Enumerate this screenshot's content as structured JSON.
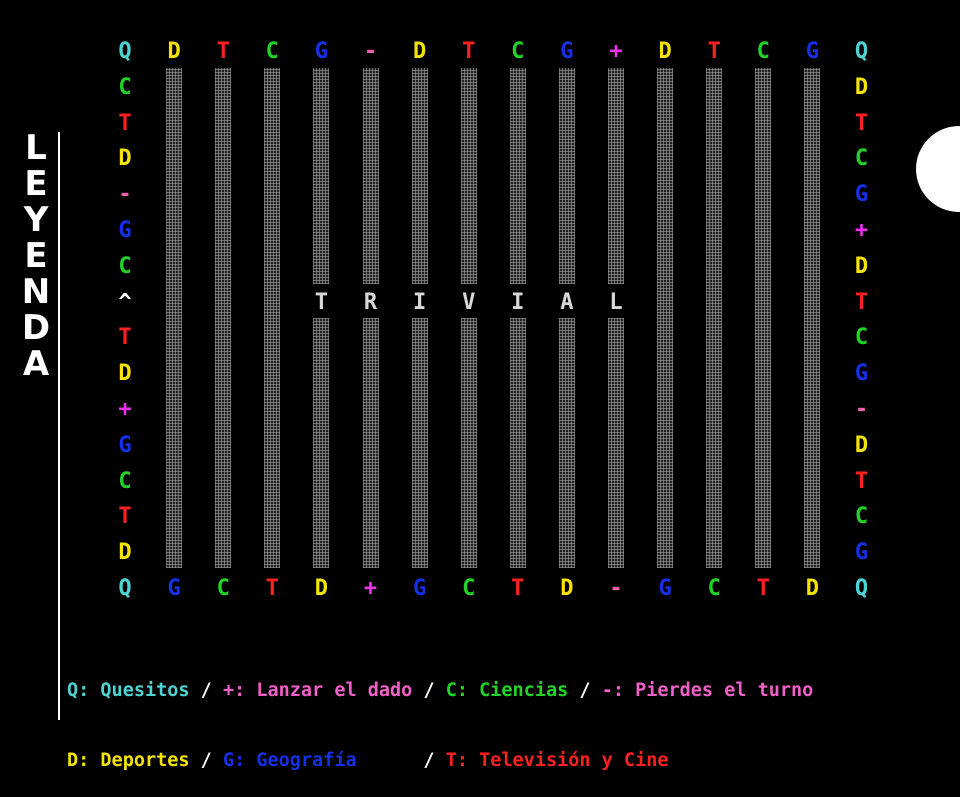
{
  "colors": {
    "Q": "#4fd3d3",
    "D": "#f4e400",
    "T": "#ff2020",
    "C": "#21d428",
    "G": "#1530e8",
    "+": "#f030f0",
    "-": "#f060b0",
    "^": "#ffffff",
    "title": "#d8d8d8"
  },
  "sidebar": {
    "title_letters": [
      "L",
      "E",
      "Y",
      "E",
      "N",
      "D",
      "A"
    ]
  },
  "board": {
    "top_row": [
      "Q",
      "D",
      "T",
      "C",
      "G",
      "-",
      "D",
      "T",
      "C",
      "G",
      "+",
      "D",
      "T",
      "C",
      "G",
      "Q"
    ],
    "left_column": [
      "C",
      "T",
      "D",
      "-",
      "G",
      "C",
      "^",
      "T",
      "D",
      "+",
      "G",
      "C",
      "T",
      "D"
    ],
    "right_column": [
      "D",
      "T",
      "C",
      "G",
      "+",
      "D",
      "T",
      "C",
      "G",
      "-",
      "D",
      "T",
      "C",
      "G"
    ],
    "bottom_row": [
      "Q",
      "G",
      "C",
      "T",
      "D",
      "+",
      "G",
      "C",
      "T",
      "D",
      "-",
      "G",
      "C",
      "T",
      "D",
      "Q"
    ],
    "title_letters": [
      "T",
      "R",
      "I",
      "V",
      "I",
      "A",
      "L"
    ]
  },
  "legend": {
    "row1": [
      {
        "text": "Q: Quesitos",
        "color": "#4fd3d3"
      },
      {
        "text": " / ",
        "color": "#ffffff"
      },
      {
        "text": "+: Lanzar el dado",
        "color": "#f060c8"
      },
      {
        "text": " / ",
        "color": "#ffffff"
      },
      {
        "text": "C: Ciencias",
        "color": "#21d428"
      },
      {
        "text": " / ",
        "color": "#ffffff"
      },
      {
        "text": "-: Pierdes el turno",
        "color": "#f060c8"
      }
    ],
    "row2": [
      {
        "text": "D: Deportes",
        "color": "#f4e400"
      },
      {
        "text": " / ",
        "color": "#ffffff"
      },
      {
        "text": "G: Geografía",
        "color": "#1530e8"
      },
      {
        "text": "      / ",
        "color": "#ffffff"
      },
      {
        "text": "T: Televisión y Cine",
        "color": "#ff2020"
      }
    ]
  }
}
